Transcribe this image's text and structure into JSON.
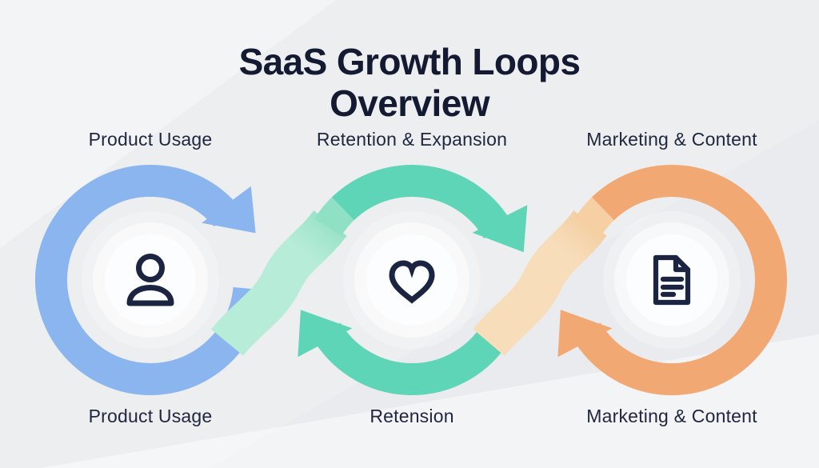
{
  "title": {
    "line1": "SaaS Growth Loops",
    "line2": "Overview"
  },
  "loops": [
    {
      "id": "product-usage",
      "top_label": "Product Usage",
      "bottom_label": "Product Usage",
      "icon": "user-icon",
      "color": "#8BB5EE"
    },
    {
      "id": "retention-expansion",
      "top_label": "Retention & Expansion",
      "bottom_label": "Retension",
      "icon": "heart-icon",
      "color": "#5FD5B8",
      "connector_color": "#B6ECD8",
      "connector_start_color": "#9AE2C8",
      "wedge_color": "#8FE0C5"
    },
    {
      "id": "marketing-content",
      "top_label": "Marketing & Content",
      "bottom_label": "Marketing & Content",
      "icon": "document-icon",
      "color": "#F2A873",
      "connector_color": "#F8DDBB",
      "connector_start_color": "#F3CFA2",
      "wedge_color": "#F6D0A2"
    }
  ],
  "colors": {
    "background": "#EDEEF0",
    "background_light": "#F3F4F6",
    "background_dark": "#E9EBEE",
    "title_text": "#131A32",
    "label_text": "#20273F",
    "icon_stroke": "#1B2440",
    "icon_circle_fill": "#FCFDFF"
  }
}
